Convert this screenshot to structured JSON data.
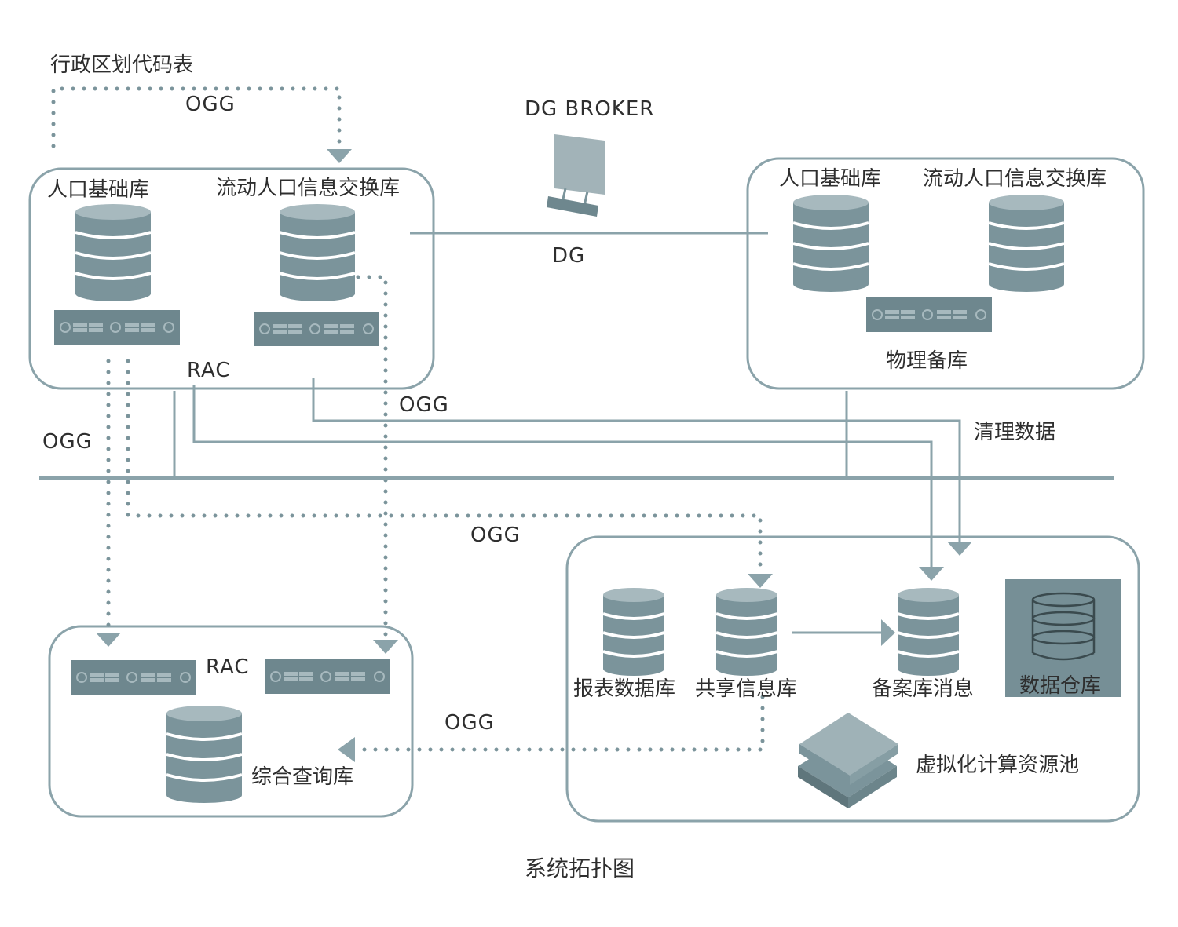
{
  "labels": {
    "admin_code_table": "行政区划代码表",
    "ogg_top": "OGG",
    "dg_broker": "DG BROKER",
    "dg": "DG",
    "left_pop_db": "人口基础库",
    "left_float_db": "流动人口信息交换库",
    "rac_top": "RAC",
    "right_pop_db": "人口基础库",
    "right_float_db": "流动人口信息交换库",
    "physical_standby": "物理备库",
    "ogg_mid_right": "OGG",
    "ogg_left": "OGG",
    "clean_data": "清理数据",
    "ogg_center": "OGG",
    "rac_bottom": "RAC",
    "query_db": "综合查询库",
    "ogg_bottom": "OGG",
    "report_db": "报表数据库",
    "shared_db": "共享信息库",
    "filing_msg": "备案库消息",
    "data_warehouse": "数据仓库",
    "virtual_pool": "虚拟化计算资源池",
    "caption": "系统拓扑图"
  },
  "colors": {
    "db_fill": "#7b949b",
    "db_highlight": "#9fb2b7",
    "line": "#8ba3aa",
    "box_stroke": "#8ba3aa",
    "dark_panel": "#768f96"
  }
}
